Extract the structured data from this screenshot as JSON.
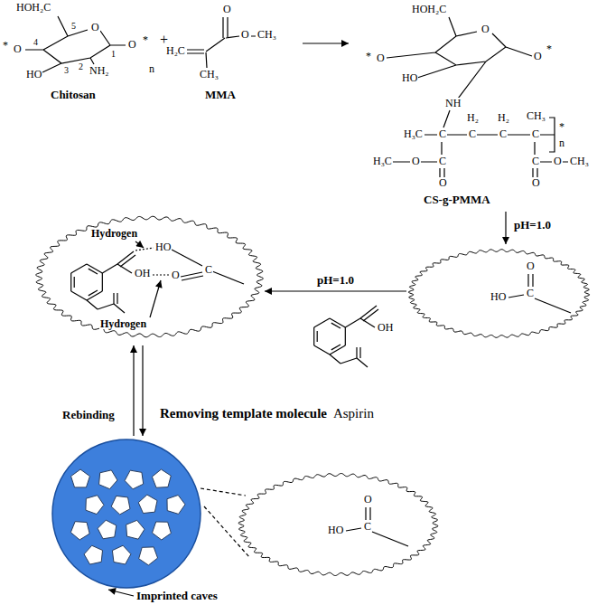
{
  "diagram": {
    "nodes": [
      {
        "text": [
          "Hydrogen",
          "Hydrogen",
          "HO",
          "C",
          "O",
          "OH"
        ]
      },
      {
        "text": [
          "HO",
          "C",
          "O"
        ]
      },
      {
        "text": [
          "HO",
          "C",
          "O"
        ]
      }
    ],
    "edges": [
      {
        "from": 1,
        "to": 0,
        "arrow": "to",
        "label": "pH=1.0"
      }
    ],
    "labels": [
      "HOH₂C",
      "5",
      "4",
      "O",
      "1",
      "3",
      "2",
      "HO",
      "NH₂",
      "*",
      "O",
      "O",
      "*",
      "n",
      "Chitosan",
      "+",
      "H₂C",
      "O",
      "O",
      "CH₃",
      "CH₃",
      "MMA",
      "HOH₂C",
      "O",
      "*",
      "O",
      "O",
      "*",
      "HO",
      "NH",
      "H₃C",
      "C",
      "H₂",
      "C",
      "H₂",
      "C",
      "CH₃",
      "C",
      "C",
      "C",
      "O",
      "O",
      "H₃C",
      "O",
      "O",
      "CH₃",
      "*",
      "n",
      "CS-g-PMMA",
      "pH=1.0",
      "OH",
      "Rebinding",
      "Removing template molecule",
      "Aspirin",
      "Imprinted caves"
    ]
  }
}
